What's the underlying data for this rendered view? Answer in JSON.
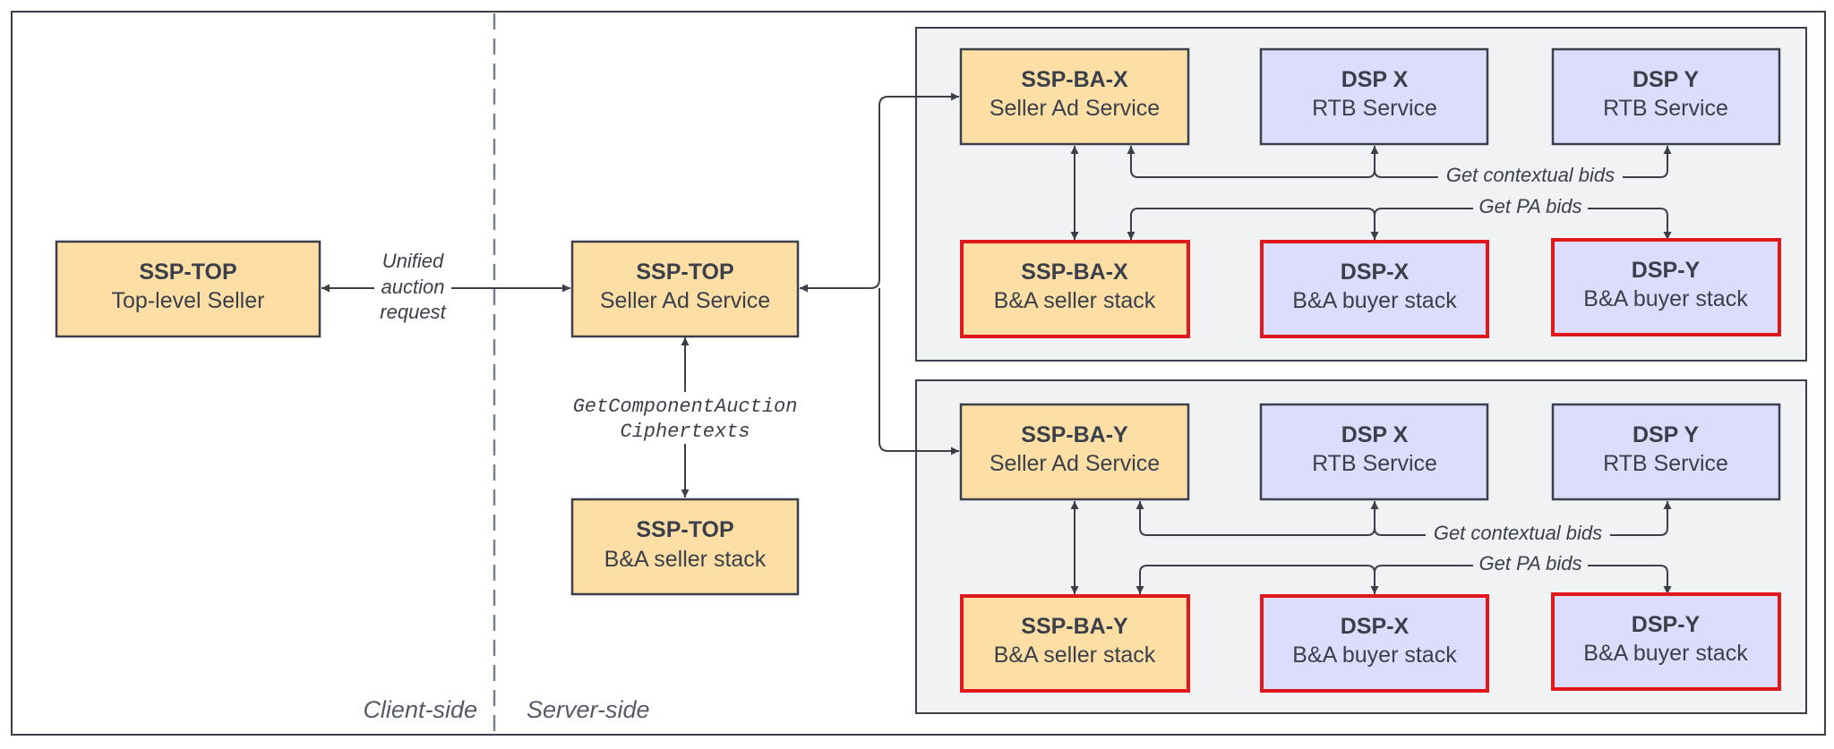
{
  "regions": {
    "client": "Client-side",
    "server": "Server-side"
  },
  "nodes": {
    "top_seller": {
      "title": "SSP-TOP",
      "subtitle": "Top-level Seller"
    },
    "top_sas": {
      "title": "SSP-TOP",
      "subtitle": "Seller Ad Service"
    },
    "top_ba": {
      "title": "SSP-TOP",
      "subtitle": "B&A seller stack"
    },
    "x_sas": {
      "title": "SSP-BA-X",
      "subtitle": "Seller Ad Service"
    },
    "x_dspx_rtb": {
      "title": "DSP X",
      "subtitle": "RTB Service"
    },
    "x_dspy_rtb": {
      "title": "DSP Y",
      "subtitle": "RTB Service"
    },
    "x_seller_stack": {
      "title": "SSP-BA-X",
      "subtitle": "B&A seller stack"
    },
    "x_dspx_ba": {
      "title": "DSP-X",
      "subtitle": "B&A buyer stack"
    },
    "x_dspy_ba": {
      "title": "DSP-Y",
      "subtitle": "B&A buyer stack"
    },
    "y_sas": {
      "title": "SSP-BA-Y",
      "subtitle": "Seller Ad Service"
    },
    "y_dspx_rtb": {
      "title": "DSP X",
      "subtitle": "RTB Service"
    },
    "y_dspy_rtb": {
      "title": "DSP Y",
      "subtitle": "RTB Service"
    },
    "y_seller_stack": {
      "title": "SSP-BA-Y",
      "subtitle": "B&A seller stack"
    },
    "y_dspx_ba": {
      "title": "DSP-X",
      "subtitle": "B&A buyer stack"
    },
    "y_dspy_ba": {
      "title": "DSP-Y",
      "subtitle": "B&A buyer stack"
    }
  },
  "edge_labels": {
    "unified": [
      "Unified",
      "auction",
      "request"
    ],
    "cipher": [
      "GetComponentAuction",
      "Ciphertexts"
    ],
    "x_contextual": "Get contextual bids",
    "x_pa": "Get PA bids",
    "y_contextual": "Get contextual bids",
    "y_pa": "Get PA bids"
  },
  "colors": {
    "seller_fill": "#fddfa5",
    "dsp_fill": "#dcdcfc",
    "group_fill": "#f1f2f4",
    "highlight_border": "#e0171b",
    "stroke": "#3b3f4a"
  }
}
